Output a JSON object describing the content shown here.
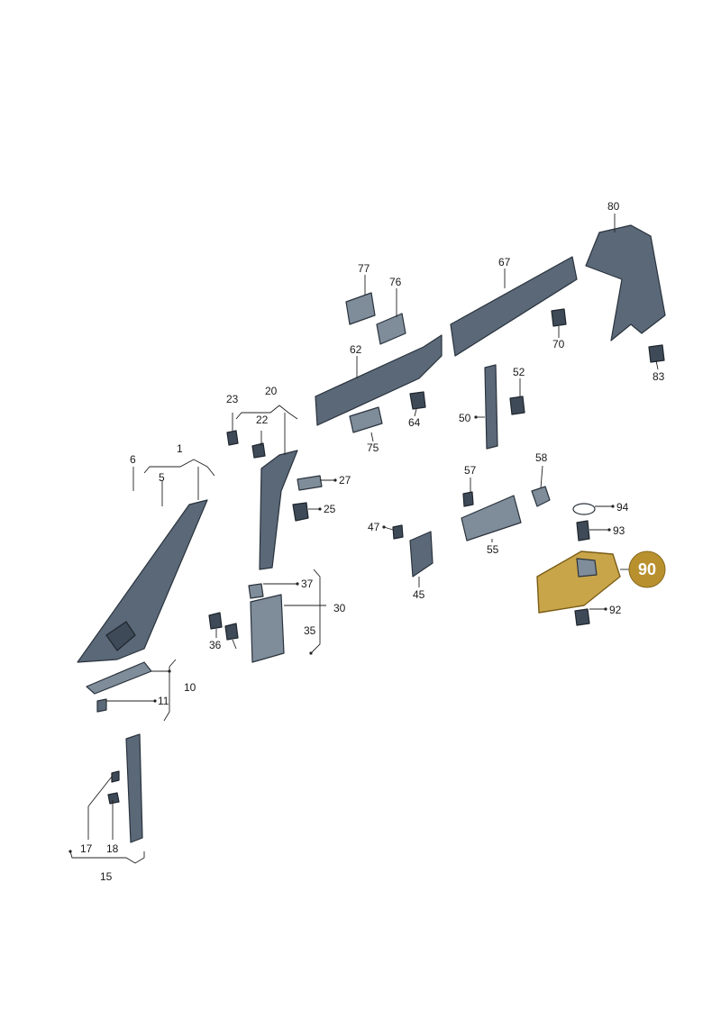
{
  "labels": [
    "1",
    "5",
    "6",
    "10",
    "11",
    "15",
    "17",
    "18",
    "20",
    "22",
    "23",
    "25",
    "27",
    "30",
    "35",
    "36",
    "37",
    "45",
    "47",
    "50",
    "52",
    "55",
    "57",
    "58",
    "62",
    "64",
    "67",
    "70",
    "75",
    "76",
    "77",
    "80",
    "83",
    "92",
    "93",
    "94"
  ],
  "highlighted_part": "90",
  "colors": {
    "part_fill": "#5a6878",
    "highlight_fill": "#c9a54a",
    "badge": "#b8902e",
    "line": "#222222"
  }
}
